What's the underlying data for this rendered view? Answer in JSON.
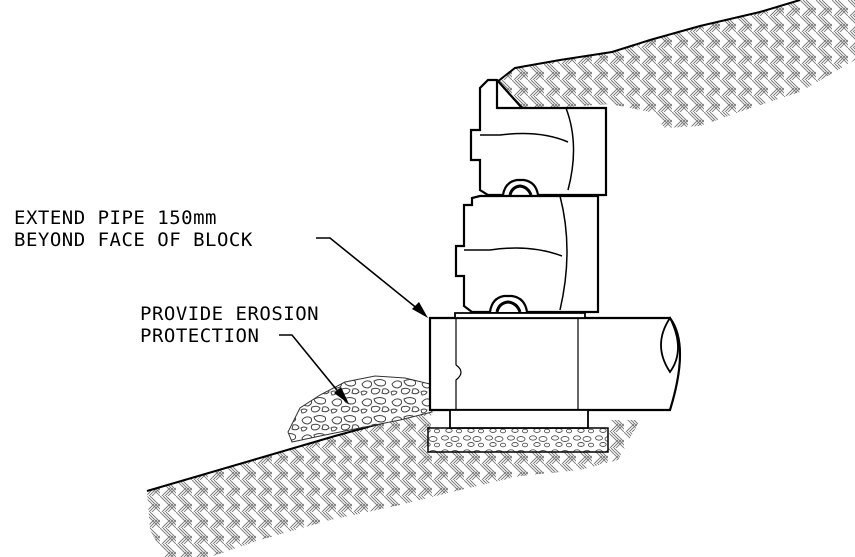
{
  "annotations": {
    "pipe_note_line1": "EXTEND PIPE 150mm",
    "pipe_note_line2": "BEYOND FACE OF BLOCK",
    "erosion_note_line1": "PROVIDE EROSION",
    "erosion_note_line2": "PROTECTION"
  },
  "colors": {
    "line": "#000000",
    "hatch": "#6e6e6e",
    "background": "#ffffff"
  }
}
